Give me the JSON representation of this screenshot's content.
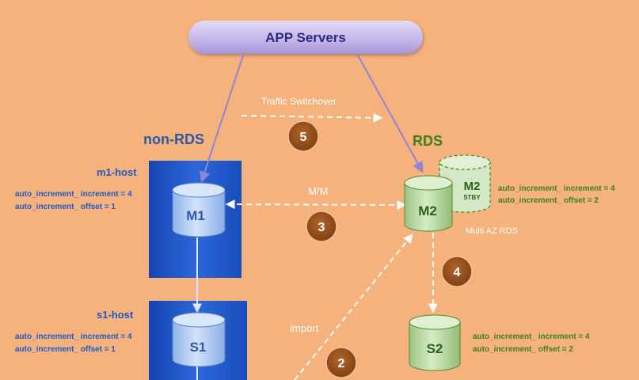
{
  "app_servers": {
    "label": "APP  Servers"
  },
  "traffic": {
    "label": "Traffic Switchover",
    "step": "5"
  },
  "non_rds": {
    "title": "non-RDS",
    "m1_host": {
      "label": "m1-host",
      "db": "M1",
      "increment": "auto_increment_ increment = 4",
      "offset": "auto_increment_ offset = 1"
    },
    "s1_host": {
      "label": "s1-host",
      "db": "S1",
      "increment": "auto_increment_ increment = 4",
      "offset": "auto_increment_ offset = 1"
    }
  },
  "rds": {
    "title": "RDS",
    "m2": {
      "db": "M2",
      "increment": "auto_increment_ increment = 4",
      "offset": "auto_increment_ offset = 2"
    },
    "m2_standby": {
      "db": "M2",
      "sub": "STBY"
    },
    "multi_az": "Multi AZ RDS",
    "s2": {
      "db": "S2",
      "increment": "auto_increment_ increment = 4",
      "offset": "auto_increment_ offset = 2"
    }
  },
  "replication": {
    "label": "M/M",
    "step": "3"
  },
  "import": {
    "label": "import",
    "step": "2"
  },
  "rds_replica": {
    "step": "4"
  },
  "colors": {
    "background": "#f6b27c",
    "host_blue": "#1f58c8",
    "title_blue": "#2a59a8",
    "rds_green": "#3f7f22",
    "step_brown": "#8f4a1a",
    "arrow_purple": "#8f85d6"
  }
}
